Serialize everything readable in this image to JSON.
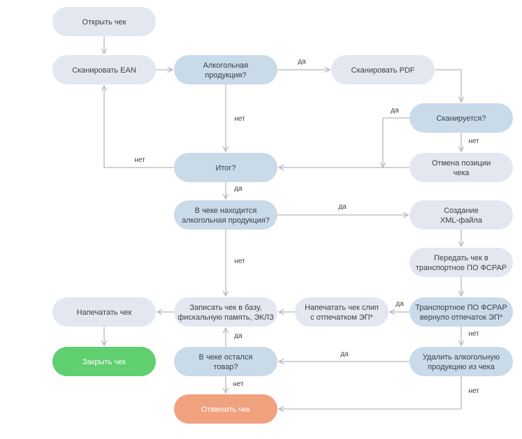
{
  "colors": {
    "light_node": "#e3e8f0",
    "decision_node": "#c9dae9",
    "close_node": "#5fcf6f",
    "cancel_node": "#f0a27f",
    "edge": "#b5b9bd",
    "text": "#3a3f44"
  },
  "nodes": [
    {
      "id": "open",
      "lines": [
        "Открыть чек"
      ],
      "style": "light"
    },
    {
      "id": "scan_ean",
      "lines": [
        "Сканировать EAN"
      ],
      "style": "light"
    },
    {
      "id": "alco",
      "lines": [
        "Алкогольная",
        "продукция?"
      ],
      "style": "decision"
    },
    {
      "id": "scan_pdf",
      "lines": [
        "Сканировать PDF"
      ],
      "style": "light"
    },
    {
      "id": "scanned",
      "lines": [
        "Сканируется?"
      ],
      "style": "decision"
    },
    {
      "id": "cancel_pos",
      "lines": [
        "Отмена позиции",
        "чека"
      ],
      "style": "light"
    },
    {
      "id": "total",
      "lines": [
        "Итог?"
      ],
      "style": "decision"
    },
    {
      "id": "has_alco",
      "lines": [
        "В чеке находится",
        "алкогольная продукция?"
      ],
      "style": "decision"
    },
    {
      "id": "create_xml",
      "lines": [
        "Создание",
        "XML-файла"
      ],
      "style": "light"
    },
    {
      "id": "send",
      "lines": [
        "Передать чек в",
        "транспортное ПО ФСРАР"
      ],
      "style": "light"
    },
    {
      "id": "fsrar_ok",
      "lines": [
        "Транспортное ПО ФСРАР",
        "вернуло отпечаток ЭП*"
      ],
      "style": "decision"
    },
    {
      "id": "print_slip",
      "lines": [
        "Напечатать чек слип",
        "с отпечатком ЭП*"
      ],
      "style": "light"
    },
    {
      "id": "record",
      "lines": [
        "Записать чек в базу,",
        "фискальную память, ЭКЛЗ"
      ],
      "style": "light"
    },
    {
      "id": "print",
      "lines": [
        "Напечатать чек"
      ],
      "style": "light"
    },
    {
      "id": "close",
      "lines": [
        "Закрыть чек"
      ],
      "style": "close"
    },
    {
      "id": "left_goods",
      "lines": [
        "В чеке остался",
        "товар?"
      ],
      "style": "decision"
    },
    {
      "id": "delete_alco",
      "lines": [
        "Удалить алкогольную",
        "продукцию из чека"
      ],
      "style": "decision"
    },
    {
      "id": "cancel",
      "lines": [
        "Отменить чек"
      ],
      "style": "cancel"
    }
  ],
  "edges": [
    {
      "id": "open-scan_ean",
      "from": "open",
      "to": "scan_ean",
      "label": ""
    },
    {
      "id": "scan_ean-alco",
      "from": "scan_ean",
      "to": "alco",
      "label": ""
    },
    {
      "id": "alco-scan_pdf",
      "from": "alco",
      "to": "scan_pdf",
      "label": "да"
    },
    {
      "id": "alco-total",
      "from": "alco",
      "to": "total",
      "label": "нет"
    },
    {
      "id": "scan_pdf-scanned",
      "from": "scan_pdf",
      "to": "scanned",
      "label": ""
    },
    {
      "id": "scanned-total",
      "from": "scanned",
      "to": "total",
      "label": "да"
    },
    {
      "id": "scanned-cancel_pos",
      "from": "scanned",
      "to": "cancel_pos",
      "label": "нет"
    },
    {
      "id": "cancel_pos-total",
      "from": "cancel_pos",
      "to": "total",
      "label": ""
    },
    {
      "id": "total-scan_ean",
      "from": "total",
      "to": "scan_ean",
      "label": "нет"
    },
    {
      "id": "total-has_alco",
      "from": "total",
      "to": "has_alco",
      "label": "да"
    },
    {
      "id": "has_alco-create_xml",
      "from": "has_alco",
      "to": "create_xml",
      "label": "да"
    },
    {
      "id": "has_alco-record",
      "from": "has_alco",
      "to": "record",
      "label": "нет"
    },
    {
      "id": "create_xml-send",
      "from": "create_xml",
      "to": "send",
      "label": ""
    },
    {
      "id": "send-fsrar_ok",
      "from": "send",
      "to": "fsrar_ok",
      "label": ""
    },
    {
      "id": "fsrar_ok-print_slip",
      "from": "fsrar_ok",
      "to": "print_slip",
      "label": "да"
    },
    {
      "id": "fsrar_ok-delete_alco",
      "from": "fsrar_ok",
      "to": "delete_alco",
      "label": "нет"
    },
    {
      "id": "print_slip-record",
      "from": "print_slip",
      "to": "record",
      "label": ""
    },
    {
      "id": "record-print",
      "from": "record",
      "to": "print",
      "label": ""
    },
    {
      "id": "print-close",
      "from": "print",
      "to": "close",
      "label": ""
    },
    {
      "id": "delete_alco-left_goods",
      "from": "delete_alco",
      "to": "left_goods",
      "label": "да"
    },
    {
      "id": "delete_alco-cancel",
      "from": "delete_alco",
      "to": "cancel",
      "label": "нет"
    },
    {
      "id": "left_goods-record",
      "from": "left_goods",
      "to": "record",
      "label": "да"
    },
    {
      "id": "left_goods-cancel",
      "from": "left_goods",
      "to": "cancel",
      "label": "нет"
    }
  ]
}
